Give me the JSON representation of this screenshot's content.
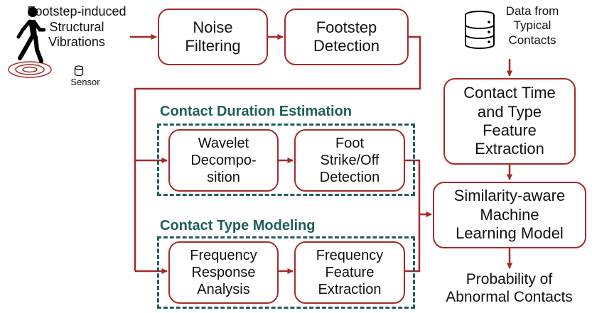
{
  "colors": {
    "box_border": "#a52a2a",
    "arrow": "#a52a2a",
    "group_border": "#1f5e5a",
    "group_title": "#1f5e5a",
    "text": "#111111"
  },
  "input": {
    "label": "Footstep-induced\nStructural\nVibrations",
    "sensor_label": "Sensor",
    "icons": [
      "walking-person-icon",
      "vibration-rings-icon",
      "sensor-icon"
    ]
  },
  "nodes": {
    "noise_filtering": "Noise\nFiltering",
    "footstep_detection": "Footstep\nDetection",
    "wavelet": "Wavelet\nDecompo-\nsition",
    "foot_strike": "Foot\nStrike/Off\nDetection",
    "freq_response": "Frequency\nResponse\nAnalysis",
    "freq_feature": "Frequency\nFeature\nExtraction",
    "contact_feature": "Contact Time\nand Type\nFeature\nExtraction",
    "ml_model": "Similarity-aware\nMachine\nLearning Model"
  },
  "groups": {
    "duration": "Contact Duration Estimation",
    "type": "Contact Type Modeling"
  },
  "database": {
    "label": "Data from\nTypical\nContacts",
    "icon": "database-icon"
  },
  "output": {
    "label": "Probability of\nAbnormal Contacts"
  }
}
